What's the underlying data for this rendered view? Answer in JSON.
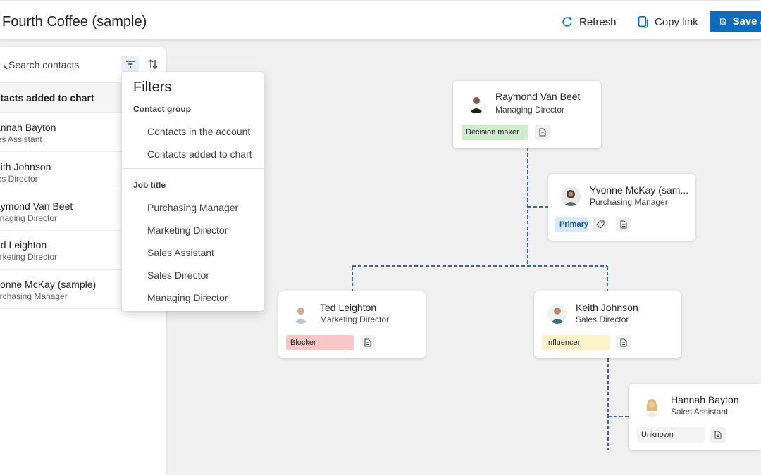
{
  "header": {
    "title": "Fourth Coffee (sample)",
    "refresh_label": "Refresh",
    "copy_link_label": "Copy link",
    "save_label": "Save a"
  },
  "sidebar": {
    "search_placeholder": "Search contacts",
    "section_title": "ntacts added to chart",
    "contacts": [
      {
        "name": "annah Bayton",
        "role": "les Assistant"
      },
      {
        "name": "eith Johnson",
        "role": "les Director"
      },
      {
        "name": "aymond Van Beet",
        "role": "anaging Director"
      },
      {
        "name": "ed Leighton",
        "role": "arketing Director"
      },
      {
        "name": "vonne McKay (sample)",
        "role": "urchasing Manager"
      }
    ]
  },
  "filters": {
    "title": "Filters",
    "contact_group_label": "Contact group",
    "contact_group_options": [
      "Contacts in the account",
      "Contacts added to chart"
    ],
    "job_title_label": "Job title",
    "job_title_options": [
      "Purchasing Manager",
      "Marketing Director",
      "Sales Assistant",
      "Sales Director",
      "Managing Director"
    ]
  },
  "chart": {
    "cards": [
      {
        "name": "Raymond Van Beet",
        "role": "Managing Director",
        "tag": "Decision maker",
        "tag_color": "#cfeccf"
      },
      {
        "name": "Yvonne McKay (sam...",
        "role": "Purchasing Manager",
        "tag": "Primary",
        "tag_color": "#dbe8fb"
      },
      {
        "name": "Ted Leighton",
        "role": "Marketing Director",
        "tag": "Blocker",
        "tag_color": "#f7c6c7"
      },
      {
        "name": "Keith Johnson",
        "role": "Sales Director",
        "tag": "Influencer",
        "tag_color": "#fcf1c8"
      },
      {
        "name": "Hannah Bayton",
        "role": "Sales Assistant",
        "tag": "Unknown",
        "tag_color": "#f3f3f3"
      }
    ],
    "connector_color": "#2f6ab8"
  },
  "colors": {
    "accent": "#0f6cbd",
    "background": "#f0f0f0"
  },
  "icons": [
    "refresh-icon",
    "copy-link-icon",
    "save-icon",
    "search-icon",
    "filter-icon",
    "sort-icon",
    "note-icon",
    "tag-icon"
  ]
}
